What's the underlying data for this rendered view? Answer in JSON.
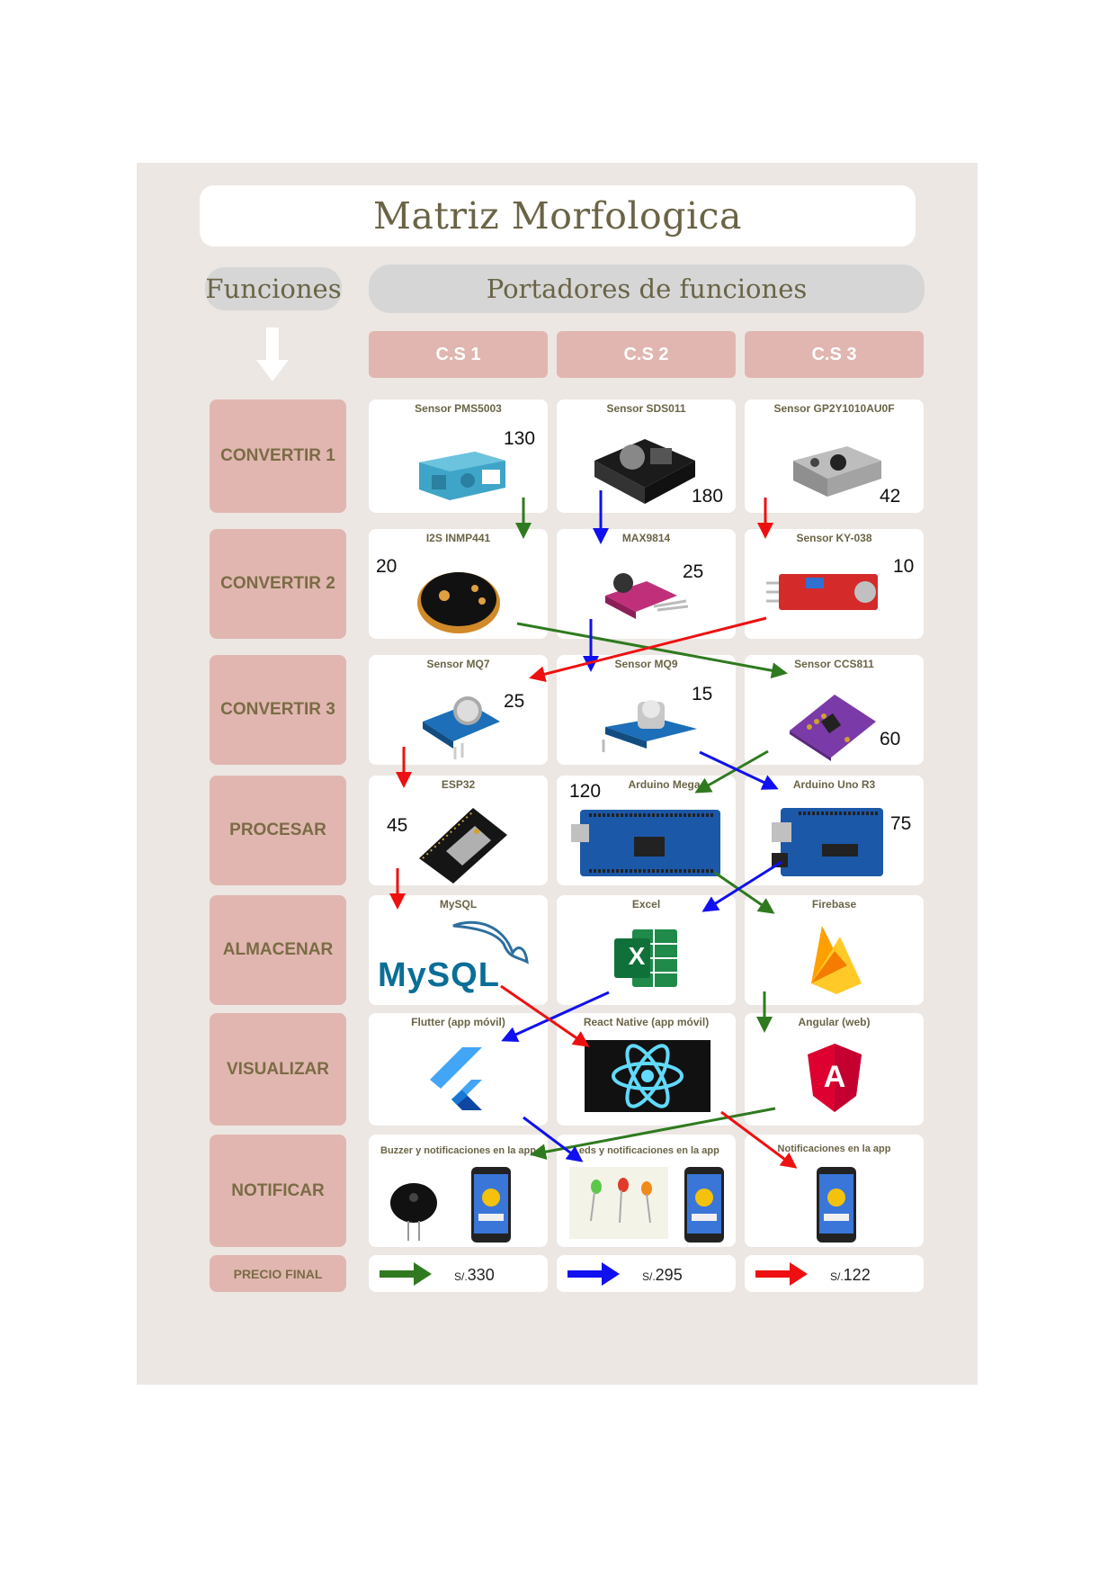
{
  "title": "Matriz Morfologica",
  "headers": {
    "funciones": "Funciones",
    "portadores": "Portadores de funciones"
  },
  "concepts": [
    "C.S 1",
    "C.S 2",
    "C.S 3"
  ],
  "rows": [
    {
      "label": "CONVERTIR 1",
      "cells": [
        {
          "title": "Sensor PMS5003",
          "num": "130"
        },
        {
          "title": "Sensor SDS011",
          "num": "180"
        },
        {
          "title": "Sensor GP2Y1010AU0F",
          "num": "42"
        }
      ]
    },
    {
      "label": "CONVERTIR 2",
      "cells": [
        {
          "title": "I2S INMP441",
          "num": "20"
        },
        {
          "title": "MAX9814",
          "num": "25"
        },
        {
          "title": "Sensor KY-038",
          "num": "10"
        }
      ]
    },
    {
      "label": "CONVERTIR 3",
      "cells": [
        {
          "title": "Sensor MQ7",
          "num": "25"
        },
        {
          "title": "Sensor MQ9",
          "num": "15"
        },
        {
          "title": "Sensor CCS811",
          "num": "60"
        }
      ]
    },
    {
      "label": "PROCESAR",
      "cells": [
        {
          "title": "ESP32",
          "num": "45"
        },
        {
          "title": "Arduino Mega",
          "num": "120"
        },
        {
          "title": "Arduino Uno R3",
          "num": "75"
        }
      ]
    },
    {
      "label": "ALMACENAR",
      "cells": [
        {
          "title": "MySQL",
          "logo_text": "MySQL"
        },
        {
          "title": "Excel",
          "logo_text": "X"
        },
        {
          "title": "Firebase"
        }
      ]
    },
    {
      "label": "VISUALIZAR",
      "cells": [
        {
          "title": "Flutter (app móvil)"
        },
        {
          "title": "React Native (app móvil)"
        },
        {
          "title": "Angular (web)",
          "logo_text": "A"
        }
      ]
    },
    {
      "label": "NOTIFICAR",
      "cells": [
        {
          "title": "Buzzer y notificaciones en la app"
        },
        {
          "title": "Leds y notificaciones en la app"
        },
        {
          "title": "Notificaciones en la app"
        }
      ]
    }
  ],
  "price": {
    "label": "PRECIO FINAL",
    "currency": "S/.",
    "values": [
      "330",
      "295",
      "122"
    ]
  },
  "colors": {
    "concept_1": "#2f7a1f",
    "concept_2": "#1010f0",
    "concept_3": "#ee1010",
    "label_bg": "#e1b6b0",
    "label_text": "#7a6c45",
    "sheet_bg": "#ece7e3"
  },
  "icons": [
    "arrow-down-icon",
    "sensor-image",
    "database-logo",
    "framework-logo",
    "phone-alert-image"
  ]
}
